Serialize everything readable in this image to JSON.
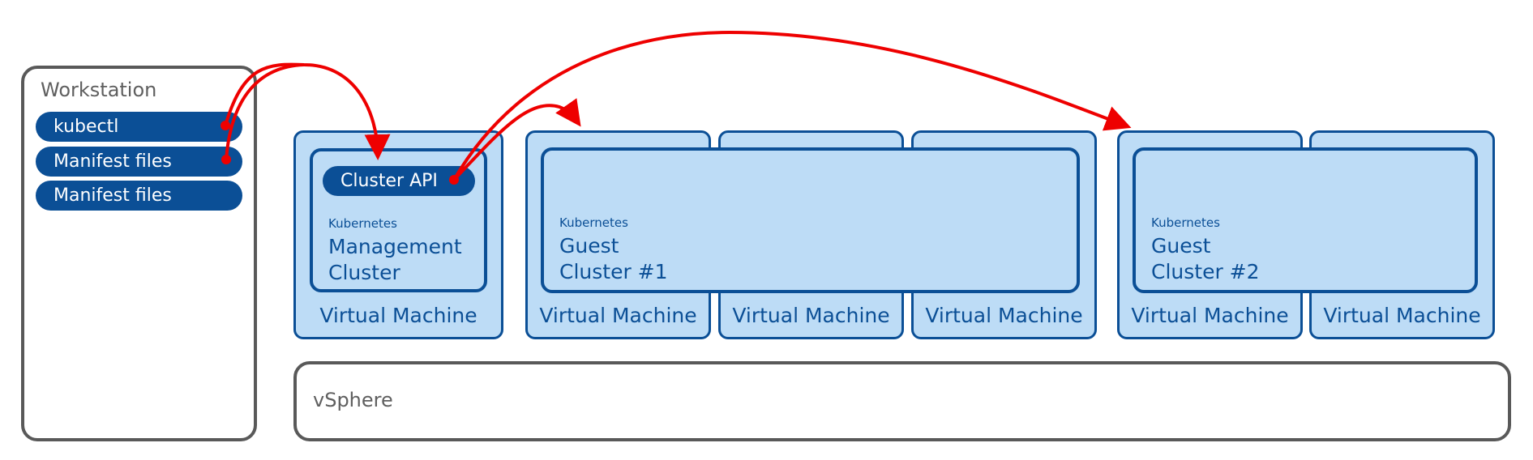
{
  "workstation": {
    "title": "Workstation",
    "items": [
      "kubectl",
      "Manifest files",
      "Manifest files"
    ]
  },
  "vm_label": "Virtual Machine",
  "kubernetes_label": "Kubernetes",
  "management": {
    "api_label": "Cluster API",
    "name_line1": "Management",
    "name_line2": "Cluster"
  },
  "guest1": {
    "name_line1": "Guest",
    "name_line2": "Cluster #1"
  },
  "guest2": {
    "name_line1": "Guest",
    "name_line2": "Cluster #2"
  },
  "vsphere": {
    "label": "vSphere"
  },
  "colors": {
    "primary": "#0b4f96",
    "vm_fill": "#bddcf6",
    "arrow": "#ee0000",
    "outline": "#595959"
  }
}
